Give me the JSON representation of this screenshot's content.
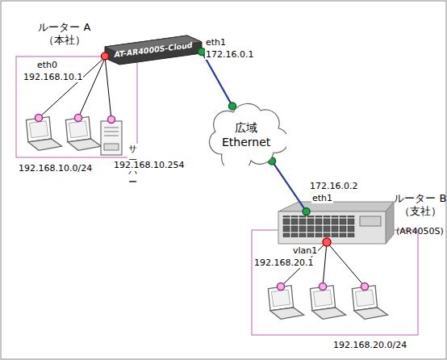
{
  "diagram": {
    "nodes": [
      {
        "text": [
          "ルーター A （本社）",
          "AT-AR4000S-Cloud"
        ]
      },
      {
        "text": [
          "サーバー",
          "192.168.10.254"
        ]
      },
      {
        "text": [
          "広域 Ethernet"
        ]
      },
      {
        "text": [
          "ルーター B （支社）",
          "(AR4050S)"
        ]
      }
    ],
    "edges": [
      {
        "from": 0,
        "to": 2,
        "arrow": "none"
      },
      {
        "from": 2,
        "to": 3,
        "arrow": "none"
      },
      {
        "from": 0,
        "to": 1,
        "arrow": "none"
      }
    ],
    "labels": [
      "eth1",
      "172.16.0.1",
      "eth0",
      "192.168.10.1",
      "192.168.10.0/24",
      "172.16.0.2",
      "eth1",
      "vlan1",
      "192.168.20.1",
      "192.168.20.0/24"
    ]
  }
}
